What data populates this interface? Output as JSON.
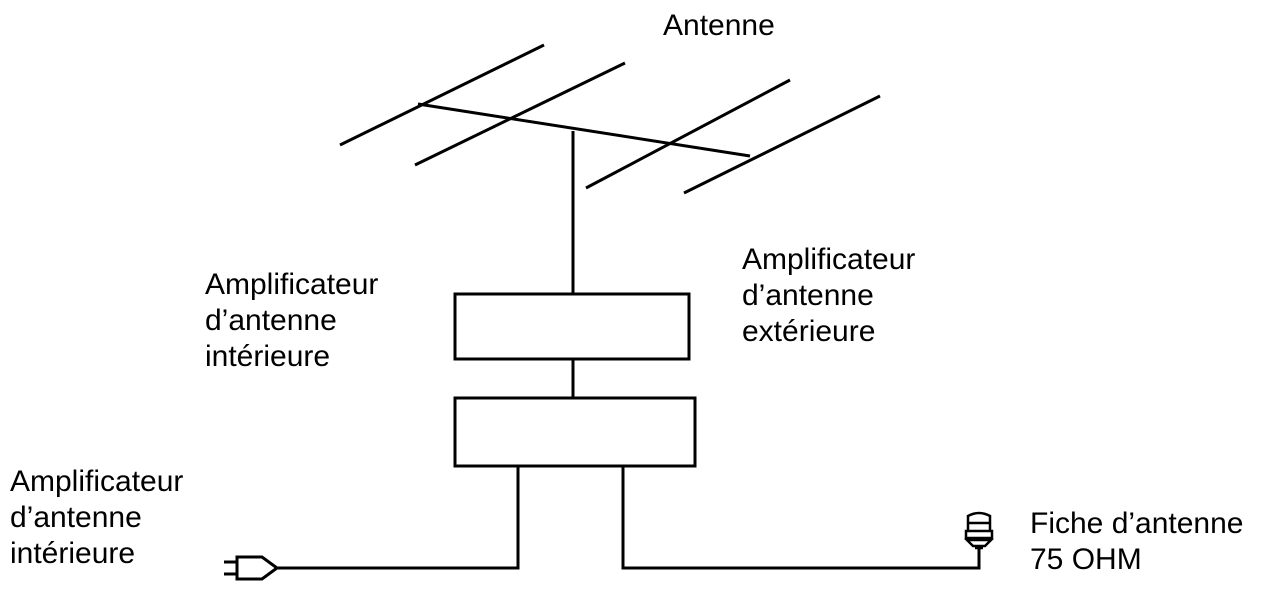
{
  "labels": {
    "antenna": "Antenne",
    "indoor_amp_top": [
      "Amplificateur",
      "d’antenne",
      "intérieure"
    ],
    "outdoor_amp": [
      "Amplificateur",
      "d’antenne",
      "extérieure"
    ],
    "indoor_amp_bottom": [
      "Amplificateur",
      "d’antenne",
      "intérieure"
    ],
    "plug": [
      "Fiche d’antenne",
      "75 OHM"
    ]
  },
  "colors": {
    "line": "#000000",
    "background": "#ffffff"
  }
}
